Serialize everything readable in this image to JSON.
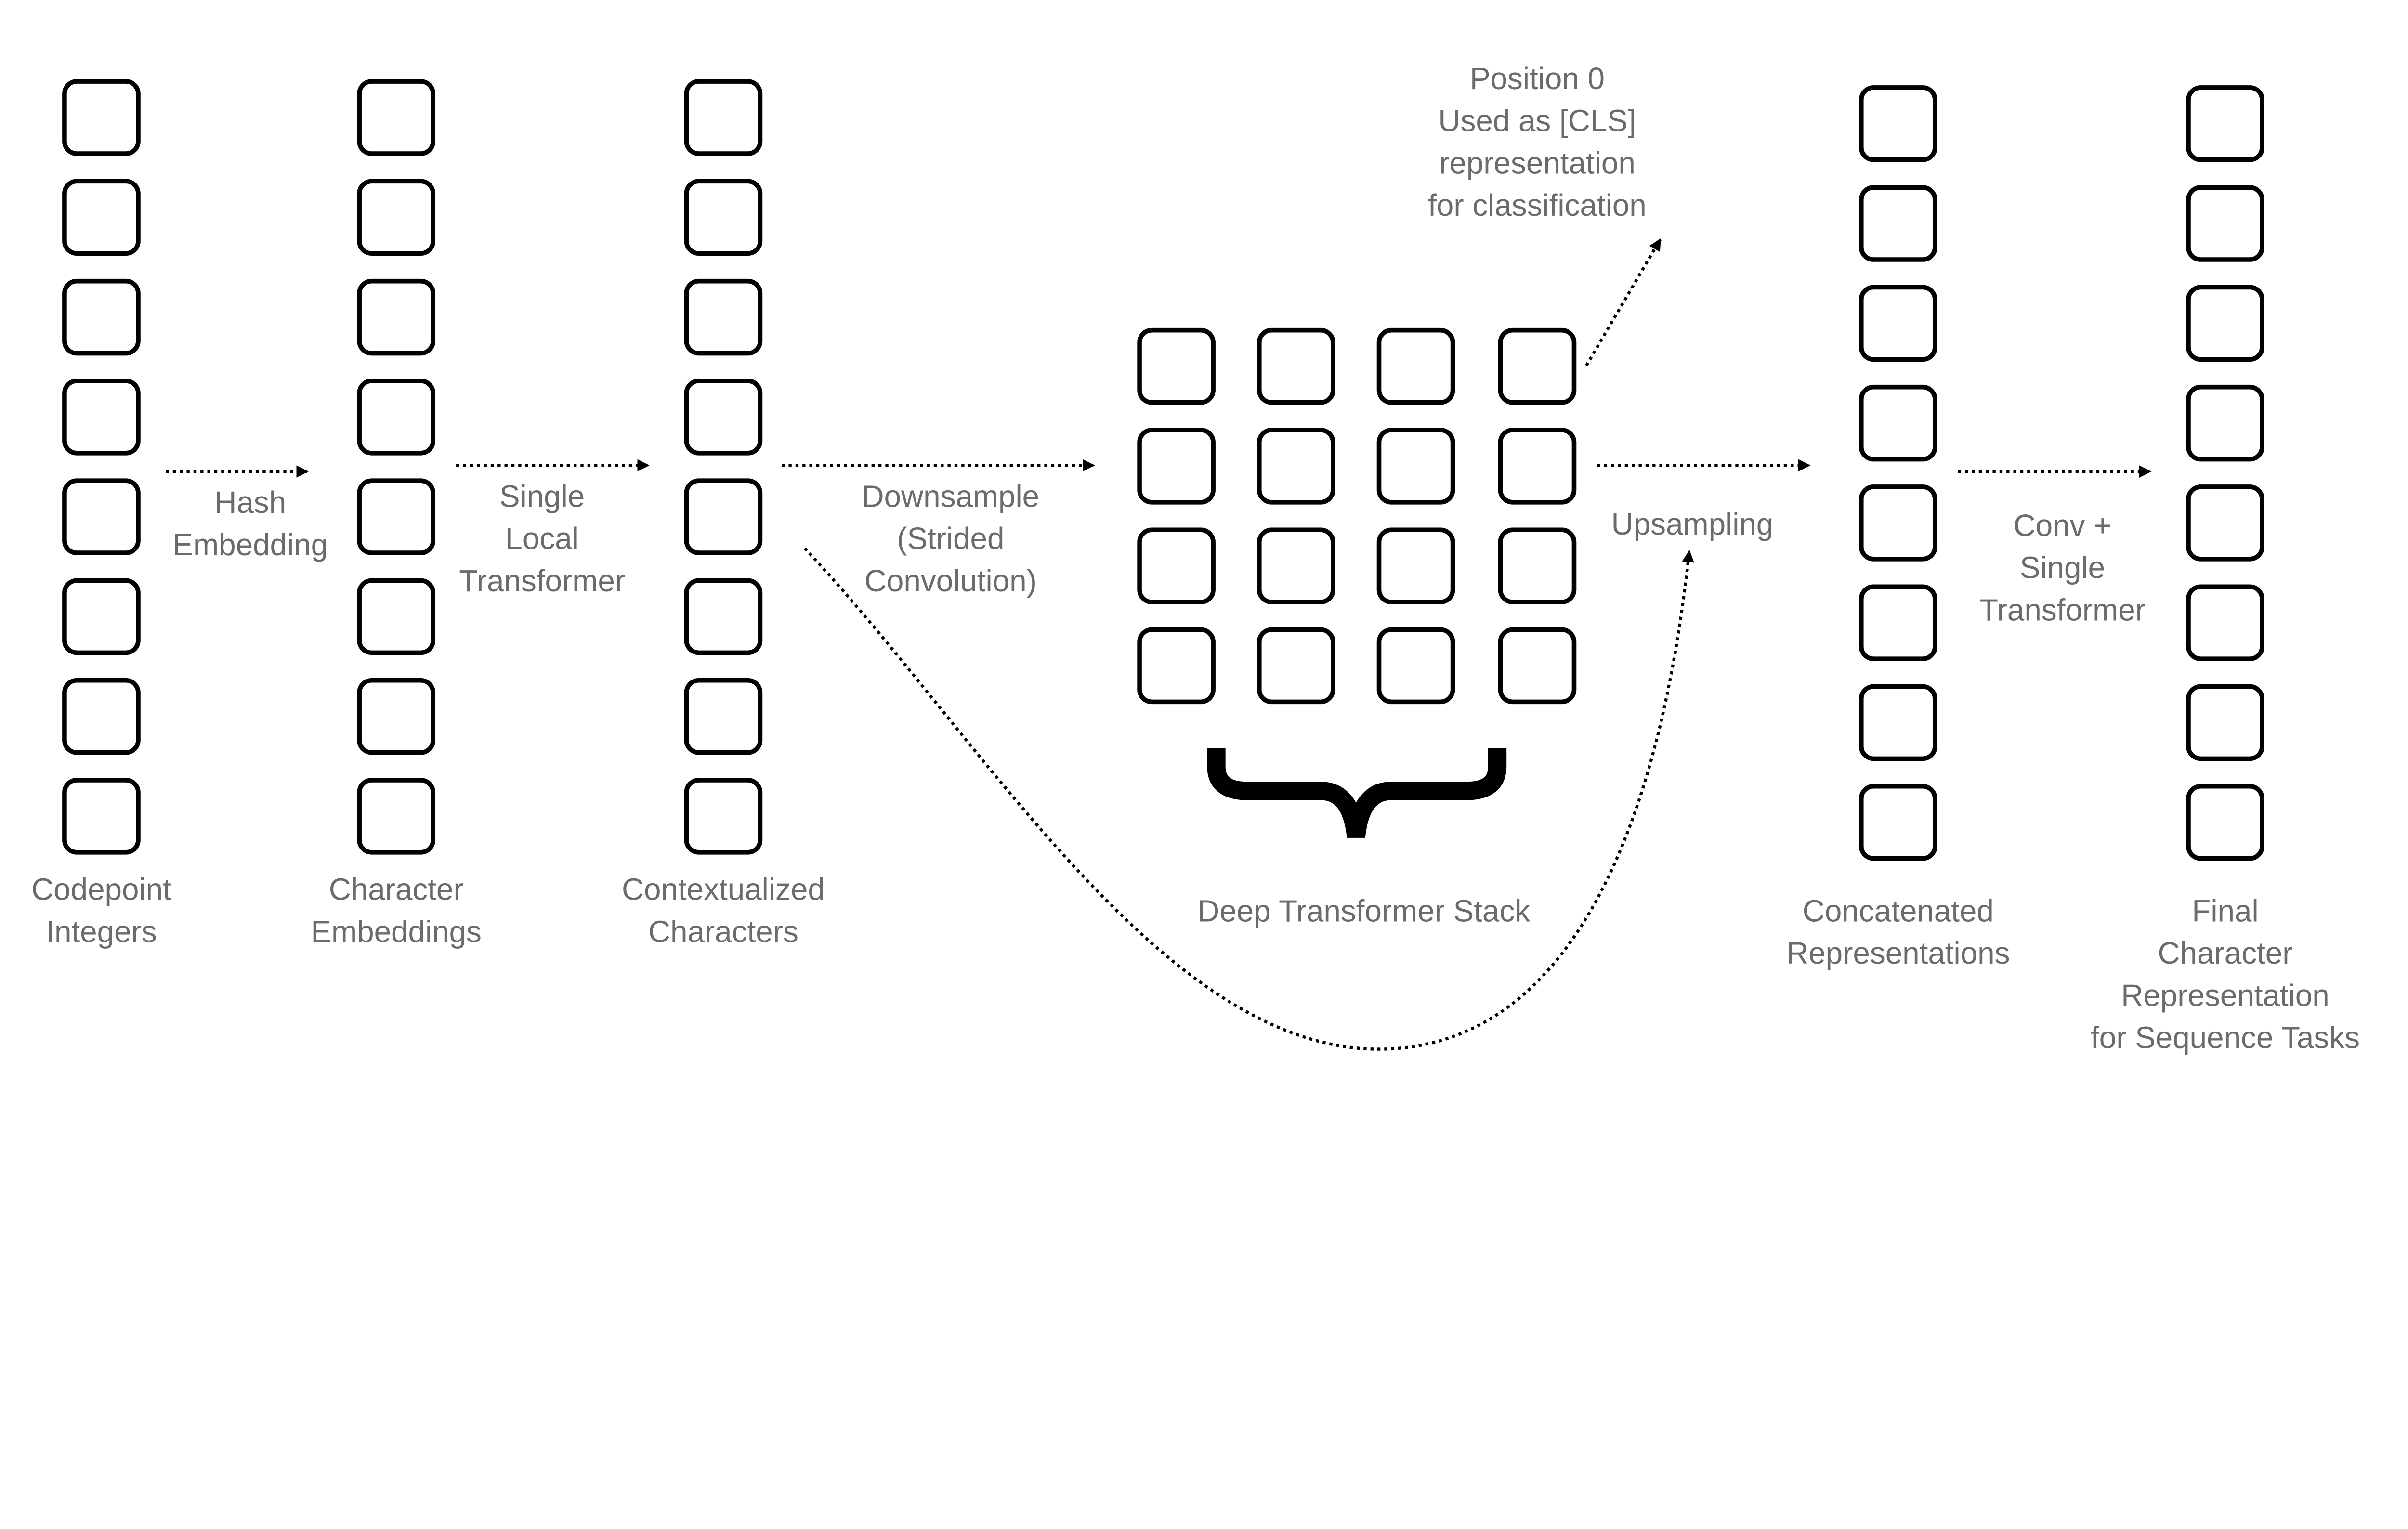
{
  "diagram": {
    "text_color": "#6b6b6b",
    "columns": [
      {
        "label": [
          "Codepoint",
          "Integers"
        ],
        "boxes": 8
      },
      {
        "label": [
          "Character",
          "Embeddings"
        ],
        "boxes": 8
      },
      {
        "label": [
          "Contextualized",
          "Characters"
        ],
        "boxes": 8
      },
      {
        "label": [
          "Concatenated",
          "Representations"
        ],
        "boxes": 8
      },
      {
        "label": [
          "Final",
          "Character",
          "Representation",
          "for Sequence Tasks"
        ],
        "boxes": 8
      }
    ],
    "grid": {
      "label": [
        "Deep Transformer Stack"
      ],
      "rows": 4,
      "cols": 4
    },
    "edges": [
      {
        "label": [
          "Hash",
          "Embedding"
        ]
      },
      {
        "label": [
          "Single",
          "Local",
          "Transformer"
        ]
      },
      {
        "label": [
          "Downsample",
          "(Strided",
          "Convolution)"
        ]
      },
      {
        "label": [
          "Upsampling"
        ]
      },
      {
        "label": [
          "Conv +",
          "Single",
          "Transformer"
        ]
      }
    ],
    "cls_note": [
      "Position 0",
      "Used as [CLS]",
      "representation",
      "for classification"
    ]
  }
}
